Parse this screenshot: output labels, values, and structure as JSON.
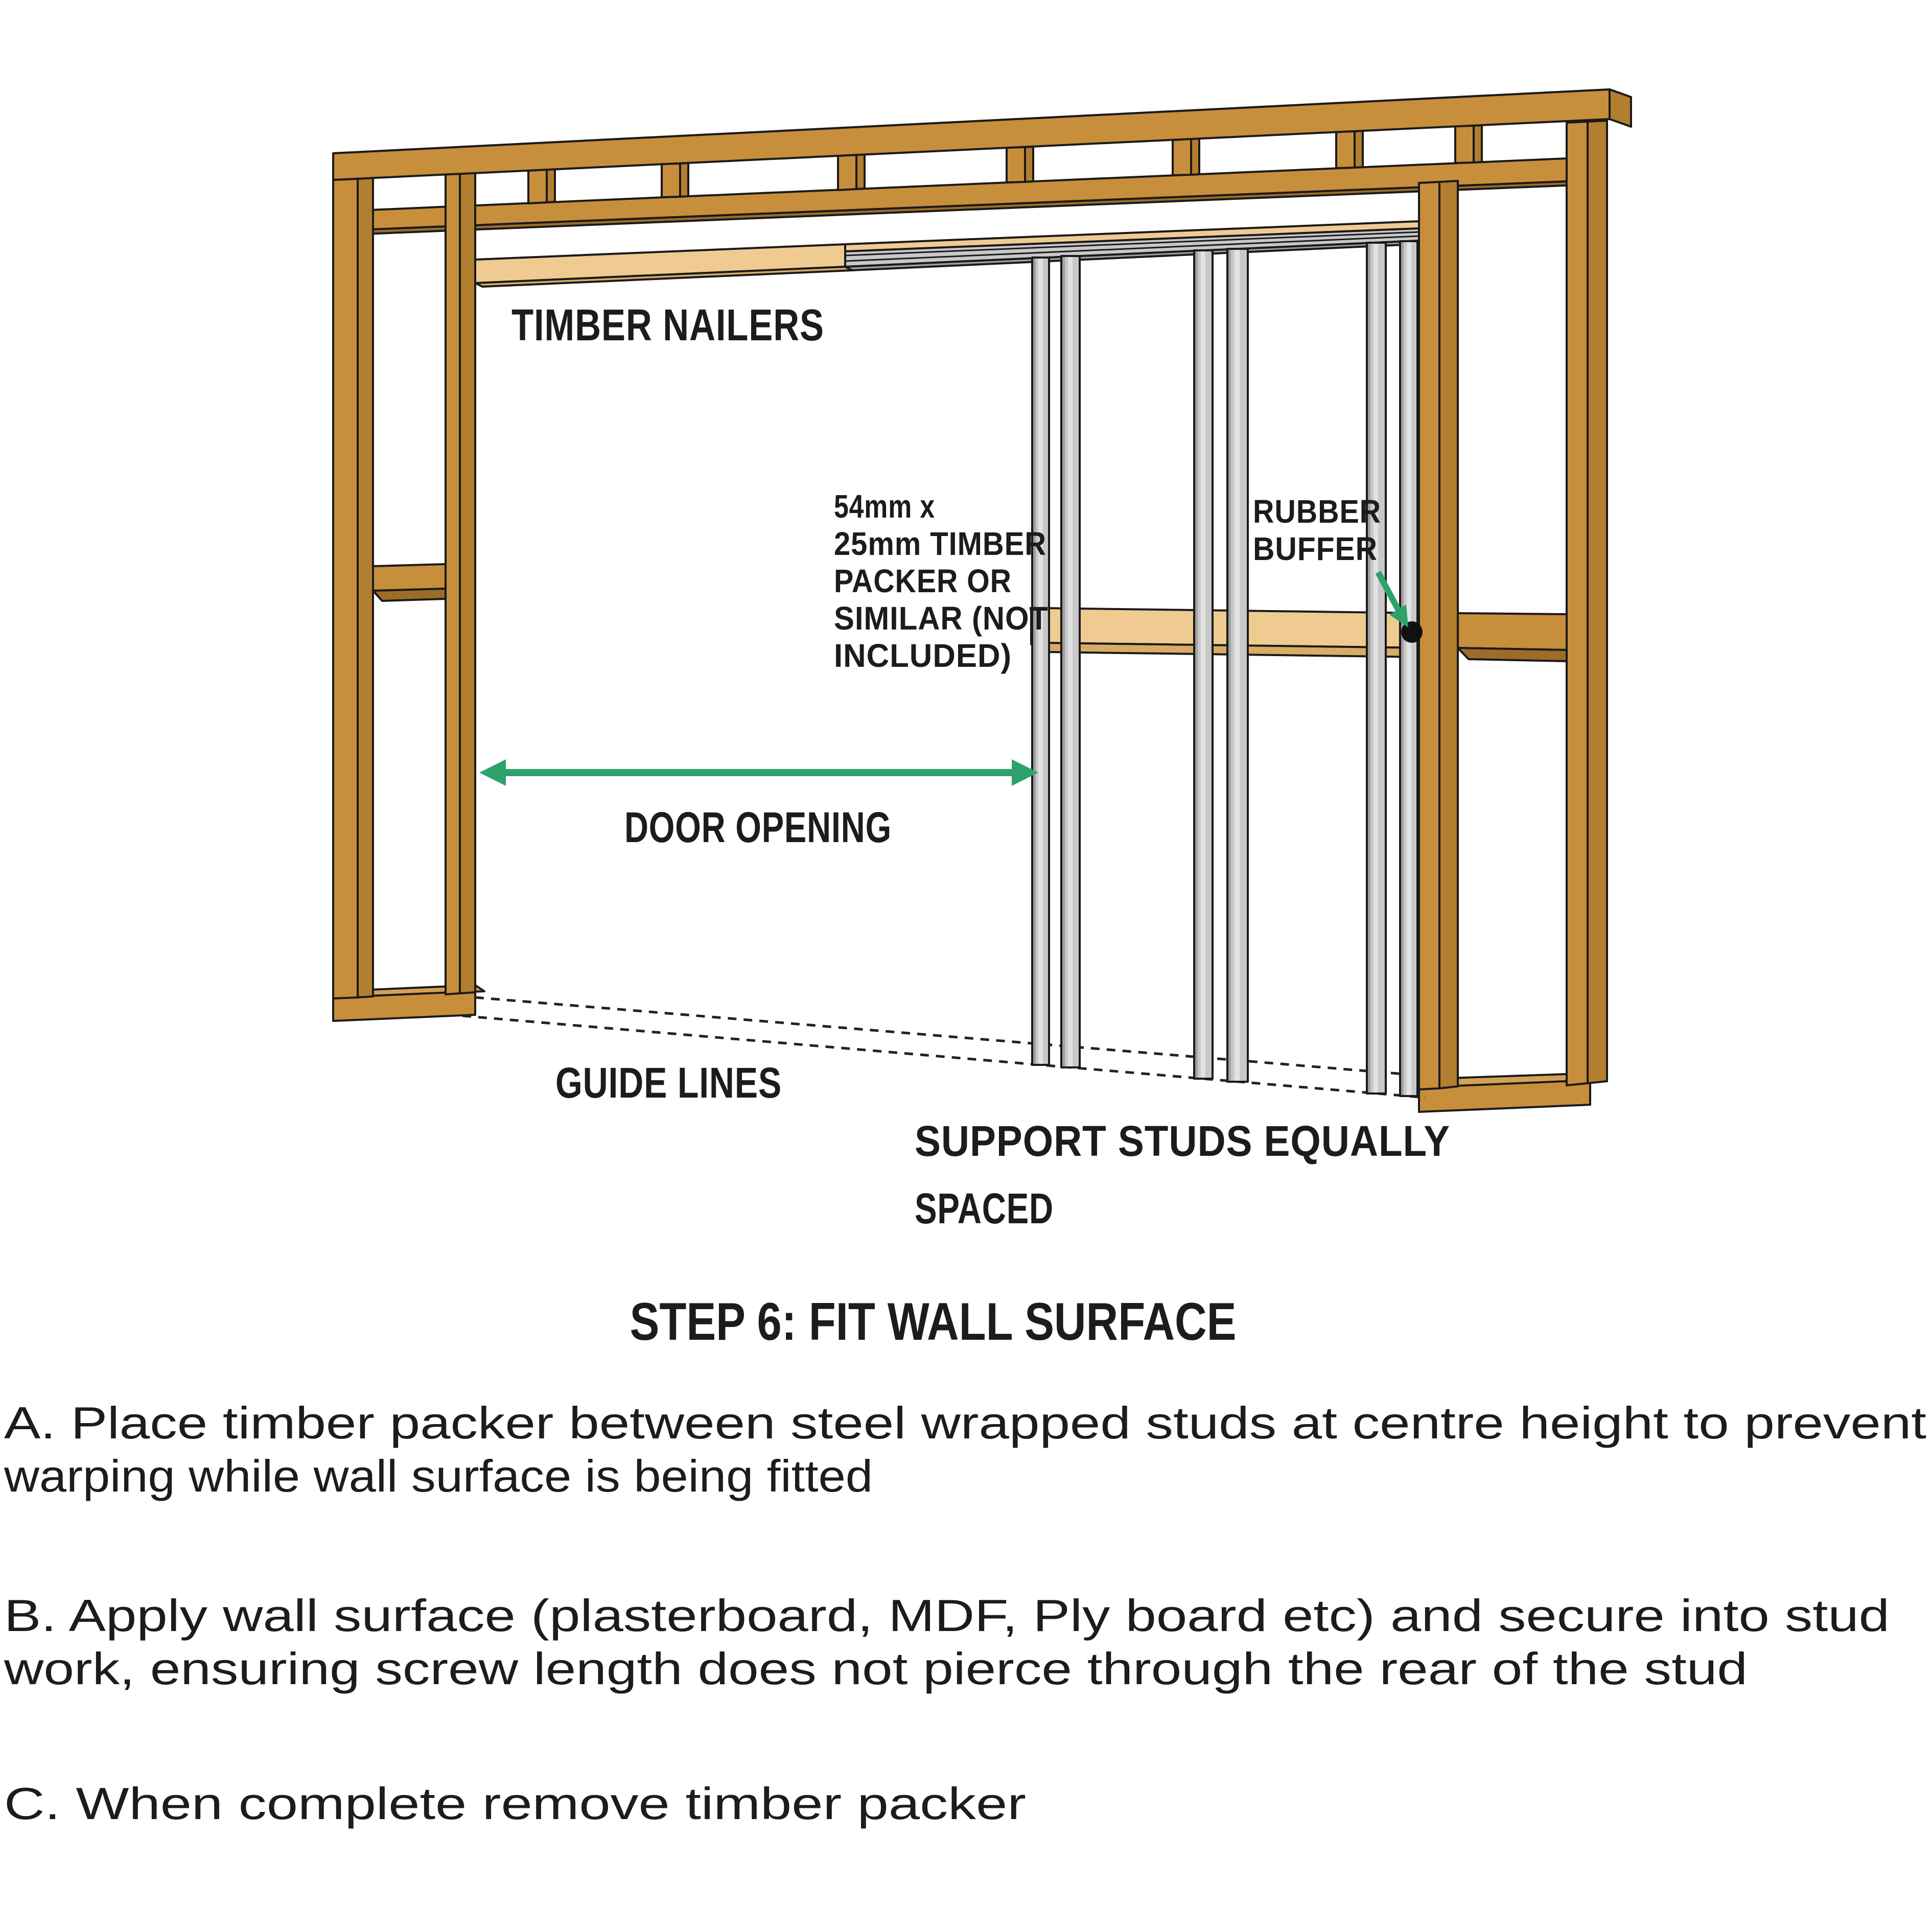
{
  "colors": {
    "timber": "#C78E3C",
    "timberSide": "#B27E2F",
    "timberTop": "#D3A156",
    "timberDark": "#9C6D28",
    "tan": "#EFCB92",
    "tanSide": "#D8AC64",
    "tanEnd": "#F5DCAC",
    "steel": "#C8C8C8",
    "steelLight": "#E2E2E2",
    "steelDark": "#A0A0A0",
    "green": "#2EA26B",
    "ink": "#1C1C1C",
    "outline": "#1A1A1A"
  },
  "diagram": {
    "labels": {
      "timber_nailers": "TIMBER NAILERS",
      "packer_line1": "54mm x",
      "packer_line2": "25mm TIMBER",
      "packer_line3": "PACKER OR",
      "packer_line4": "SIMILAR (NOT",
      "packer_line5": "INCLUDED)",
      "rubber_line1": "RUBBER",
      "rubber_line2": "BUFFER",
      "door_opening": "DOOR OPENING",
      "guide_lines": "GUIDE LINES",
      "support_line1": "SUPPORT STUDS EQUALLY",
      "support_line2": "SPACED"
    }
  },
  "title": "STEP 6: FIT WALL SURFACE",
  "instructions": {
    "a_line1": "A. Place timber packer between steel wrapped studs at centre height to prevent",
    "a_line2": "warping while wall surface is being fitted",
    "b_line1": "B. Apply wall surface (plasterboard, MDF, Ply board etc) and secure into stud",
    "b_line2": "work, ensuring screw length does not pierce through the rear of the stud",
    "c_line1": "C. When complete remove timber packer"
  }
}
